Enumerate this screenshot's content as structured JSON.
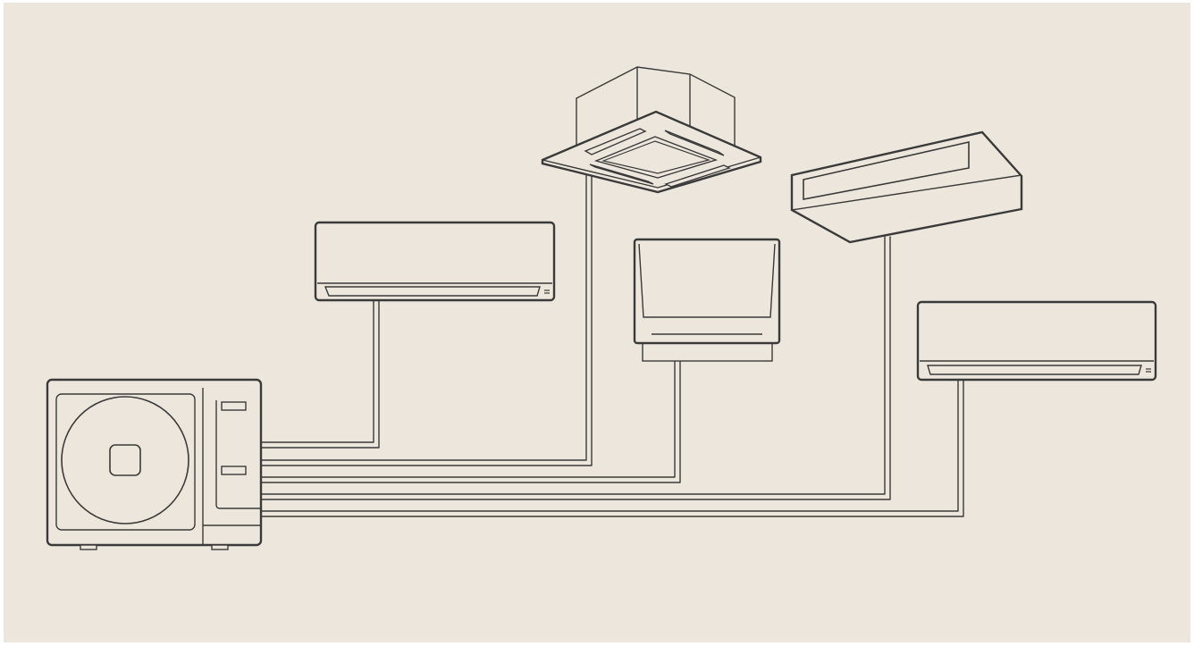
{
  "diagram": {
    "description_free": true,
    "colors": {
      "background": "#ede6dc",
      "line": "#3a3a3a"
    },
    "nodes": [
      {
        "id": "outdoor-unit",
        "kind": "outdoor-condenser-fan-unit",
        "icon": "outdoor-unit-icon"
      },
      {
        "id": "wall-unit-left",
        "kind": "wall-mounted-split",
        "icon": "wall-unit-icon"
      },
      {
        "id": "ceiling-cassette",
        "kind": "ceiling-cassette-4-way",
        "icon": "cassette-icon"
      },
      {
        "id": "floor-console",
        "kind": "floor-console",
        "icon": "console-icon"
      },
      {
        "id": "ceiling-suspended",
        "kind": "ceiling-suspended",
        "icon": "suspended-unit-icon"
      },
      {
        "id": "wall-unit-right",
        "kind": "wall-mounted-split",
        "icon": "wall-unit-icon"
      }
    ],
    "connections": [
      {
        "from": "outdoor-unit",
        "to": "wall-unit-left"
      },
      {
        "from": "outdoor-unit",
        "to": "ceiling-cassette"
      },
      {
        "from": "outdoor-unit",
        "to": "floor-console"
      },
      {
        "from": "outdoor-unit",
        "to": "ceiling-suspended"
      },
      {
        "from": "outdoor-unit",
        "to": "wall-unit-right"
      }
    ]
  }
}
